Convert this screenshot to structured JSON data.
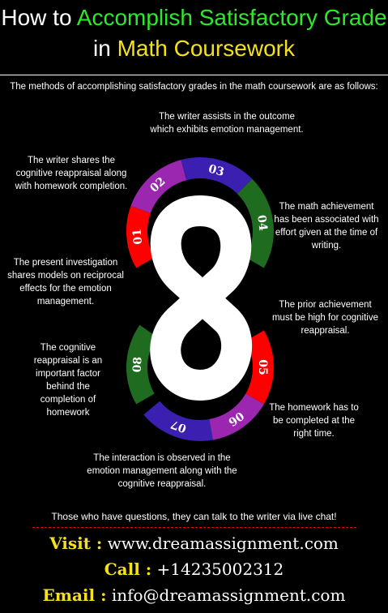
{
  "title": {
    "line1_prefix": "How to",
    "line1_highlight": "Accomplish Satisfactory Grade",
    "line2_prefix": "in",
    "line2_highlight": "Math Coursework"
  },
  "intro": "The methods of accomplishing satisfactory grades in the math coursework are as follows:",
  "notes": {
    "n03": "The writer assists in the outcome which exhibits emotion management.",
    "n02": "The writer shares the cognitive reappraisal along with homework completion.",
    "n04": "The math achievement has been associated with effort given at the time of writing.",
    "n01": "The present investigation shares models on reciprocal effects for the emotion management.",
    "n05": "The prior achievement must be high for cognitive reappraisal.",
    "n08": "The cognitive reappraisal is an important factor behind the completion of homework",
    "n06": "The homework has to be completed at the right time.",
    "n07": "The interaction is observed in the emotion management along with the cognitive reappraisal."
  },
  "segments": [
    {
      "num": "01",
      "color": "#ff0000"
    },
    {
      "num": "02",
      "color": "#9b27b0"
    },
    {
      "num": "03",
      "color": "#3a1fb0"
    },
    {
      "num": "04",
      "color": "#1f6b1f"
    },
    {
      "num": "05",
      "color": "#ff0000"
    },
    {
      "num": "06",
      "color": "#9b27b0"
    },
    {
      "num": "07",
      "color": "#3a1fb0"
    },
    {
      "num": "08",
      "color": "#1f6b1f"
    }
  ],
  "chat": "Those who have questions, they can talk to the writer via live chat!",
  "contact": {
    "visit_label": "Visit :",
    "visit_value": "www.dreamassignment.com",
    "call_label": "Call :",
    "call_value": "+14235002312",
    "email_label": "Email :",
    "email_value": "info@dreamassignment.com"
  }
}
